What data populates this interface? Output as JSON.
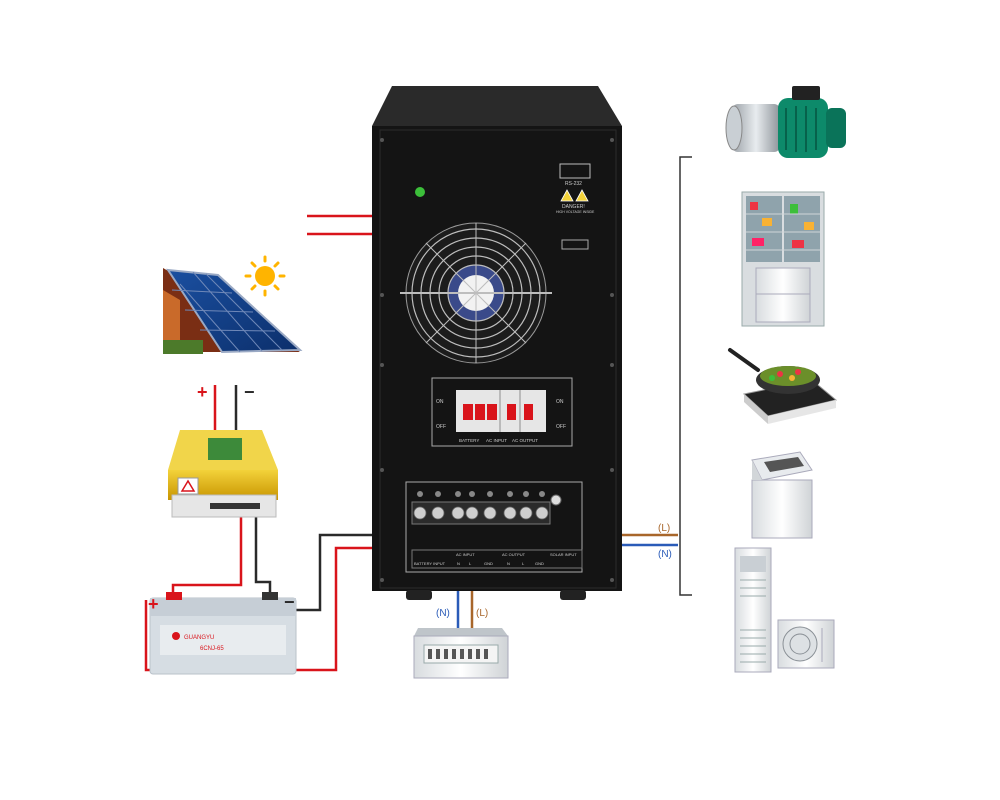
{
  "colors": {
    "cabinet": "#141414",
    "wire_red": "#d9141b",
    "wire_black": "#2a2a2a",
    "wire_blue": "#2a5bb8",
    "wire_brown": "#a8662a",
    "controller_gold": "#d9a400",
    "battery_body": "#d6dde3",
    "pump_green": "#0d8a6a"
  },
  "icons": [
    "solar-panel-icon",
    "sun-icon",
    "charge-controller-icon",
    "battery-icon",
    "distribution-box-icon",
    "water-pump-icon",
    "refrigerator-icon",
    "induction-cooker-icon",
    "washing-machine-icon",
    "air-conditioner-icon",
    "cooling-fan-icon"
  ],
  "labels": {
    "pv_plus": "+",
    "pv_minus": "−",
    "batt_plus": "+",
    "batt_minus": "−",
    "line_out": "(L)",
    "neutral_out": "(N)",
    "neutral_in": "(N)",
    "line_in": "(L)"
  },
  "inverter": {
    "rs232": "RS-232",
    "danger": "DANGER!",
    "danger_sub": "HIGH VOLTAGE INSIDE",
    "on_left": "ON",
    "off_left": "OFF",
    "on_right": "ON",
    "off_right": "OFF",
    "breaker_battery": "BATTERY",
    "breaker_ac_input": "AC INPUT",
    "breaker_ac_output": "AC OUTPUT",
    "term_batt": "BATTERY INPUT",
    "term_ac_input": "AC INPUT",
    "term_ac_output": "AC OUTPUT",
    "term_solar": "SOLAR INPUT",
    "t_n1": "N",
    "t_l1": "L",
    "t_gnd1": "GND",
    "t_n2": "N",
    "t_l2": "L",
    "t_gnd2": "GND"
  },
  "battery": {
    "brand": "GUANGYU",
    "model": "6CNJ-65"
  }
}
